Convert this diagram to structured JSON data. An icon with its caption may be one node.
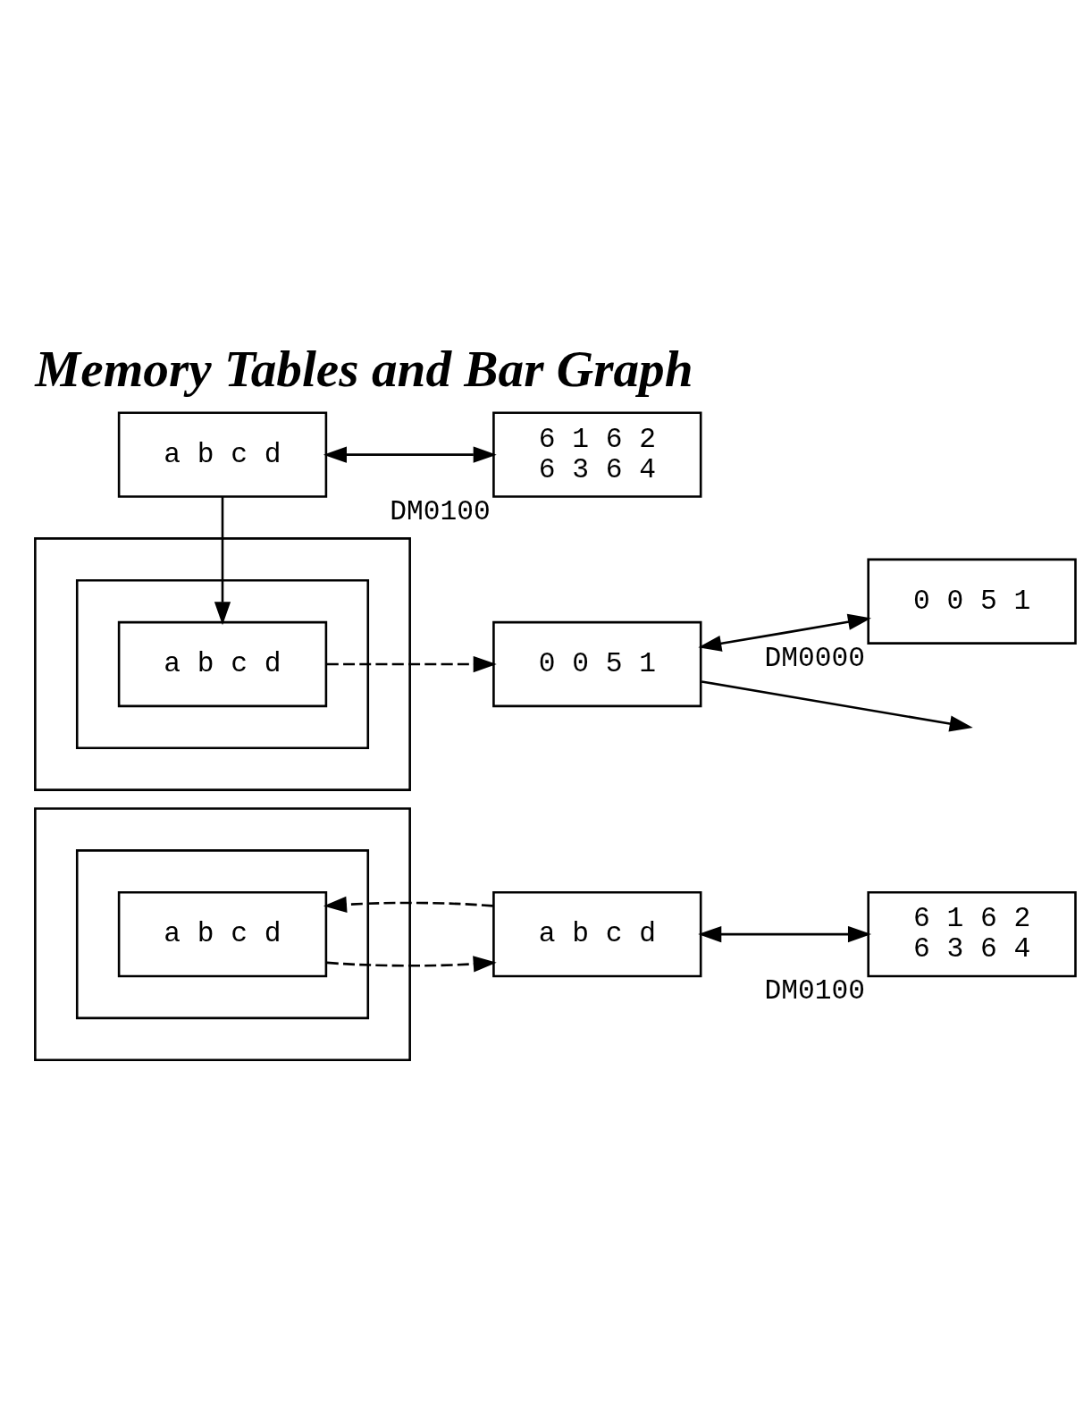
{
  "diagram": {
    "title": "Memory Tables and Bar Graph",
    "nodes": [
      {
        "text": [],
        "shape": "box"
      },
      {
        "text": [],
        "shape": "box",
        "in": 0
      },
      {
        "text": [
          "a b c d"
        ],
        "in": 1
      },
      {
        "text": [
          "a b c d"
        ]
      },
      {
        "text": [
          "6 1 6 2",
          "6 3 6 4"
        ],
        "beside": [
          "DM0100"
        ]
      },
      {
        "text": [],
        "shape": "box"
      },
      {
        "text": [],
        "shape": "box",
        "in": 5
      },
      {
        "text": [
          "a b c d"
        ],
        "in": 6
      },
      {
        "text": [
          "0 0 5 1"
        ]
      },
      {
        "text": [
          "0 0 5 1"
        ],
        "beside": [
          "DM0000"
        ]
      },
      {
        "text": [
          "a b c d"
        ]
      },
      {
        "text": [
          "6 1 6 2",
          "6 3 6 4"
        ],
        "beside": [
          "DM0100"
        ]
      }
    ],
    "edges": [
      {
        "from": 3,
        "to": 2,
        "arrow": "to",
        "style": "dashed"
      },
      {
        "from": 2,
        "to": 3,
        "arrow": "to",
        "style": "dashed"
      },
      {
        "from": 3,
        "to": 4,
        "arrow": "both"
      },
      {
        "from": 7,
        "to": 8,
        "arrow": "to",
        "style": "dashed"
      },
      {
        "from": 8,
        "to": 9,
        "arrow": "both"
      },
      {
        "from": 8,
        "to": null,
        "arrow": "to"
      },
      {
        "from": 10,
        "to": 11,
        "arrow": "both"
      },
      {
        "from": 10,
        "to": 7,
        "arrow": "to"
      }
    ]
  }
}
